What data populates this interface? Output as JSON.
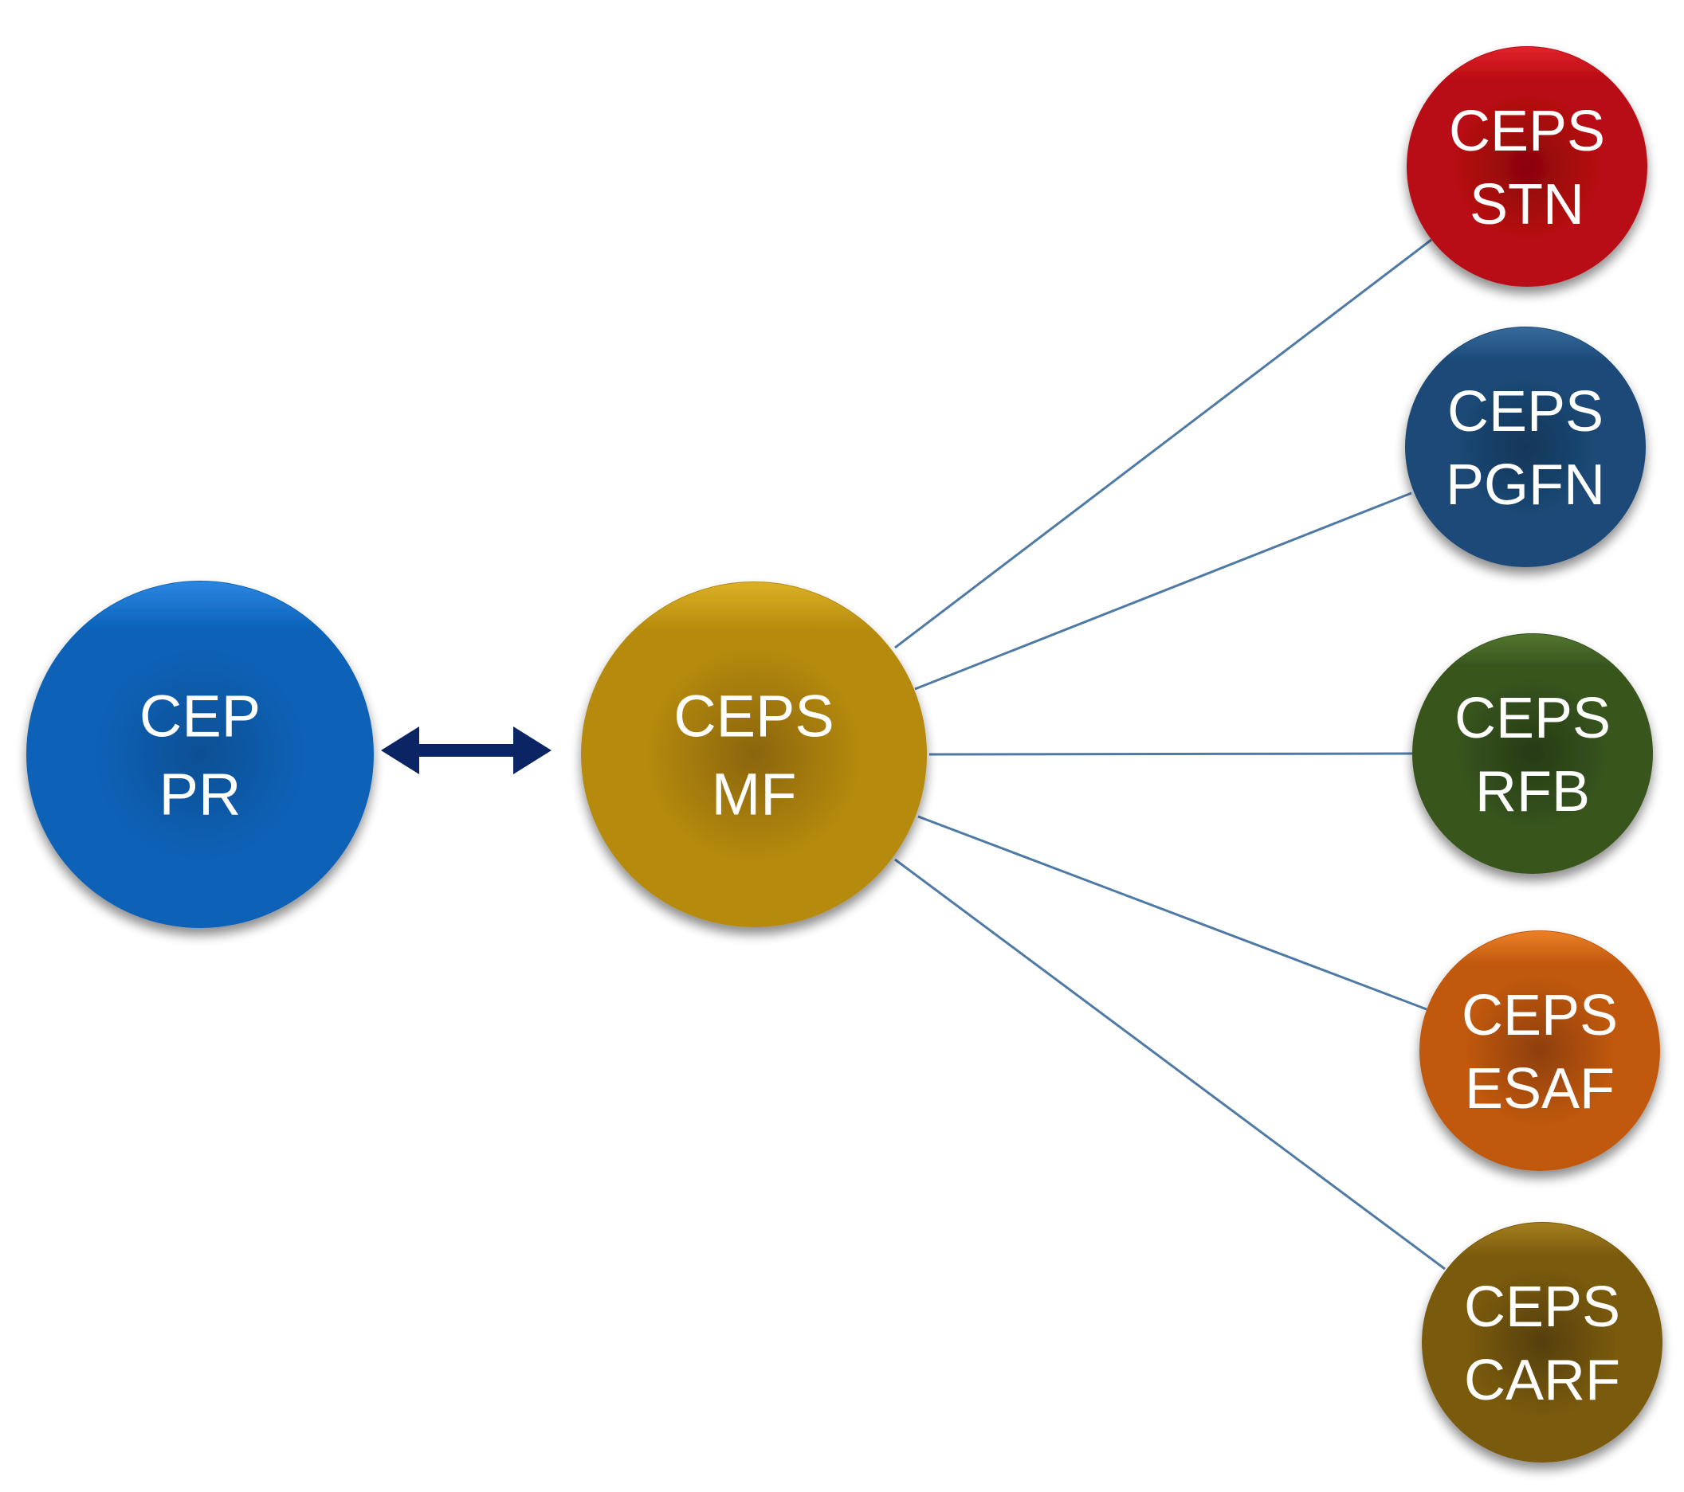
{
  "diagram": {
    "type": "organizational-network",
    "nodes": [
      {
        "id": "cep-pr",
        "lines": [
          "CEP",
          "PR"
        ],
        "color": "#0b62b8",
        "highlight": "#2f8ae6",
        "shade": "#0a4f93",
        "role": "source"
      },
      {
        "id": "ceps-mf",
        "lines": [
          "CEPS",
          "MF"
        ],
        "color": "#b58a0c",
        "highlight": "#e0b52a",
        "shade": "#8a6509",
        "role": "hub"
      },
      {
        "id": "ceps-stn",
        "lines": [
          "CEPS",
          "STN"
        ],
        "color": "#b80b12",
        "highlight": "#e5262d",
        "shade": "#8a050b",
        "role": "leaf"
      },
      {
        "id": "ceps-pgfn",
        "lines": [
          "CEPS",
          "PGFN"
        ],
        "color": "#1b4a78",
        "highlight": "#3a6d9f",
        "shade": "#143658",
        "role": "leaf"
      },
      {
        "id": "ceps-rfb",
        "lines": [
          "CEPS",
          "RFB"
        ],
        "color": "#37541e",
        "highlight": "#557a30",
        "shade": "#263b14",
        "role": "leaf"
      },
      {
        "id": "ceps-esaf",
        "lines": [
          "CEPS",
          "ESAF"
        ],
        "color": "#c0580d",
        "highlight": "#f0842a",
        "shade": "#8e3f08",
        "role": "leaf"
      },
      {
        "id": "ceps-carf",
        "lines": [
          "CEPS",
          "CARF"
        ],
        "color": "#7a5a0e",
        "highlight": "#a98220",
        "shade": "#553f08",
        "role": "leaf"
      }
    ],
    "edges": [
      {
        "from": "cep-pr",
        "to": "ceps-mf",
        "style": "double-arrow",
        "color": "#0b2463"
      },
      {
        "from": "ceps-mf",
        "to": "ceps-stn",
        "style": "line",
        "color": "#4f7aa6"
      },
      {
        "from": "ceps-mf",
        "to": "ceps-pgfn",
        "style": "line",
        "color": "#4f7aa6"
      },
      {
        "from": "ceps-mf",
        "to": "ceps-rfb",
        "style": "line",
        "color": "#4f7aa6"
      },
      {
        "from": "ceps-mf",
        "to": "ceps-esaf",
        "style": "line",
        "color": "#4f7aa6"
      },
      {
        "from": "ceps-mf",
        "to": "ceps-carf",
        "style": "line",
        "color": "#4f7aa6"
      }
    ]
  }
}
